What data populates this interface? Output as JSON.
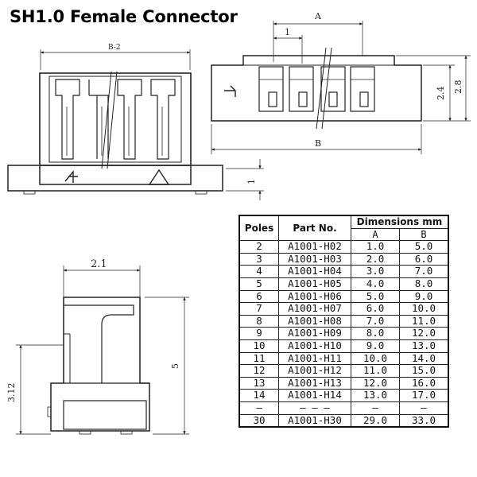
{
  "title": "SH1.0 Female Connector",
  "labels": {
    "dim_A": "A",
    "dim_1_top": "1",
    "dim_B2": "B-2",
    "dim_B": "B",
    "dim_24": "2.4",
    "dim_28": "2.8",
    "dim_1_side": "1",
    "dim_21": "2.1",
    "dim_5": "5",
    "dim_312": "3.12"
  },
  "table": {
    "headers": {
      "poles": "Poles",
      "part_no": "Part No.",
      "dimensions": "Dimensions mm",
      "a": "A",
      "b": "B"
    },
    "rows": [
      {
        "poles": "2",
        "part": "A1001-H02",
        "a": "1.0",
        "b": "5.0"
      },
      {
        "poles": "3",
        "part": "A1001-H03",
        "a": "2.0",
        "b": "6.0"
      },
      {
        "poles": "4",
        "part": "A1001-H04",
        "a": "3.0",
        "b": "7.0"
      },
      {
        "poles": "5",
        "part": "A1001-H05",
        "a": "4.0",
        "b": "8.0"
      },
      {
        "poles": "6",
        "part": "A1001-H06",
        "a": "5.0",
        "b": "9.0"
      },
      {
        "poles": "7",
        "part": "A1001-H07",
        "a": "6.0",
        "b": "10.0"
      },
      {
        "poles": "8",
        "part": "A1001-H08",
        "a": "7.0",
        "b": "11.0"
      },
      {
        "poles": "9",
        "part": "A1001-H09",
        "a": "8.0",
        "b": "12.0"
      },
      {
        "poles": "10",
        "part": "A1001-H10",
        "a": "9.0",
        "b": "13.0"
      },
      {
        "poles": "11",
        "part": "A1001-H11",
        "a": "10.0",
        "b": "14.0"
      },
      {
        "poles": "12",
        "part": "A1001-H12",
        "a": "11.0",
        "b": "15.0"
      },
      {
        "poles": "13",
        "part": "A1001-H13",
        "a": "12.0",
        "b": "16.0"
      },
      {
        "poles": "14",
        "part": "A1001-H14",
        "a": "13.0",
        "b": "17.0"
      },
      {
        "poles": "—",
        "part": "— — —",
        "a": "—",
        "b": "—"
      },
      {
        "poles": "30",
        "part": "A1001-H30",
        "a": "29.0",
        "b": "33.0"
      }
    ]
  }
}
